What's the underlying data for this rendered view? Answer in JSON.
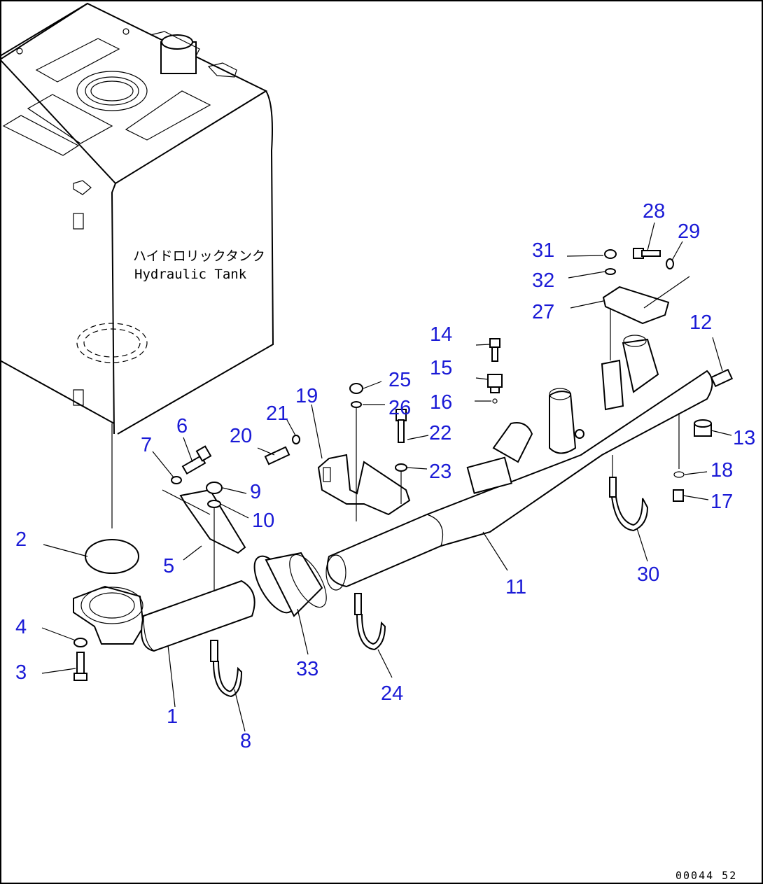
{
  "tank": {
    "label_jp": "ハイドロリックタンク",
    "label_en": "Hydraulic Tank"
  },
  "drawing_code": "00044 52",
  "callout_color": "#1a1ad6",
  "callouts": [
    {
      "id": "1",
      "text": "1"
    },
    {
      "id": "2",
      "text": "2"
    },
    {
      "id": "3",
      "text": "3"
    },
    {
      "id": "4",
      "text": "4"
    },
    {
      "id": "5",
      "text": "5"
    },
    {
      "id": "6",
      "text": "6"
    },
    {
      "id": "7",
      "text": "7"
    },
    {
      "id": "8",
      "text": "8"
    },
    {
      "id": "9",
      "text": "9"
    },
    {
      "id": "10",
      "text": "10"
    },
    {
      "id": "11",
      "text": "11"
    },
    {
      "id": "12",
      "text": "12"
    },
    {
      "id": "13",
      "text": "13"
    },
    {
      "id": "14",
      "text": "14"
    },
    {
      "id": "15",
      "text": "15"
    },
    {
      "id": "16",
      "text": "16"
    },
    {
      "id": "17",
      "text": "17"
    },
    {
      "id": "18",
      "text": "18"
    },
    {
      "id": "19",
      "text": "19"
    },
    {
      "id": "20",
      "text": "20"
    },
    {
      "id": "21",
      "text": "21"
    },
    {
      "id": "22",
      "text": "22"
    },
    {
      "id": "23",
      "text": "23"
    },
    {
      "id": "24",
      "text": "24"
    },
    {
      "id": "25",
      "text": "25"
    },
    {
      "id": "26",
      "text": "26"
    },
    {
      "id": "27",
      "text": "27"
    },
    {
      "id": "28",
      "text": "28"
    },
    {
      "id": "29",
      "text": "29"
    },
    {
      "id": "30",
      "text": "30"
    },
    {
      "id": "31",
      "text": "31"
    },
    {
      "id": "32",
      "text": "32"
    },
    {
      "id": "33",
      "text": "33"
    }
  ]
}
